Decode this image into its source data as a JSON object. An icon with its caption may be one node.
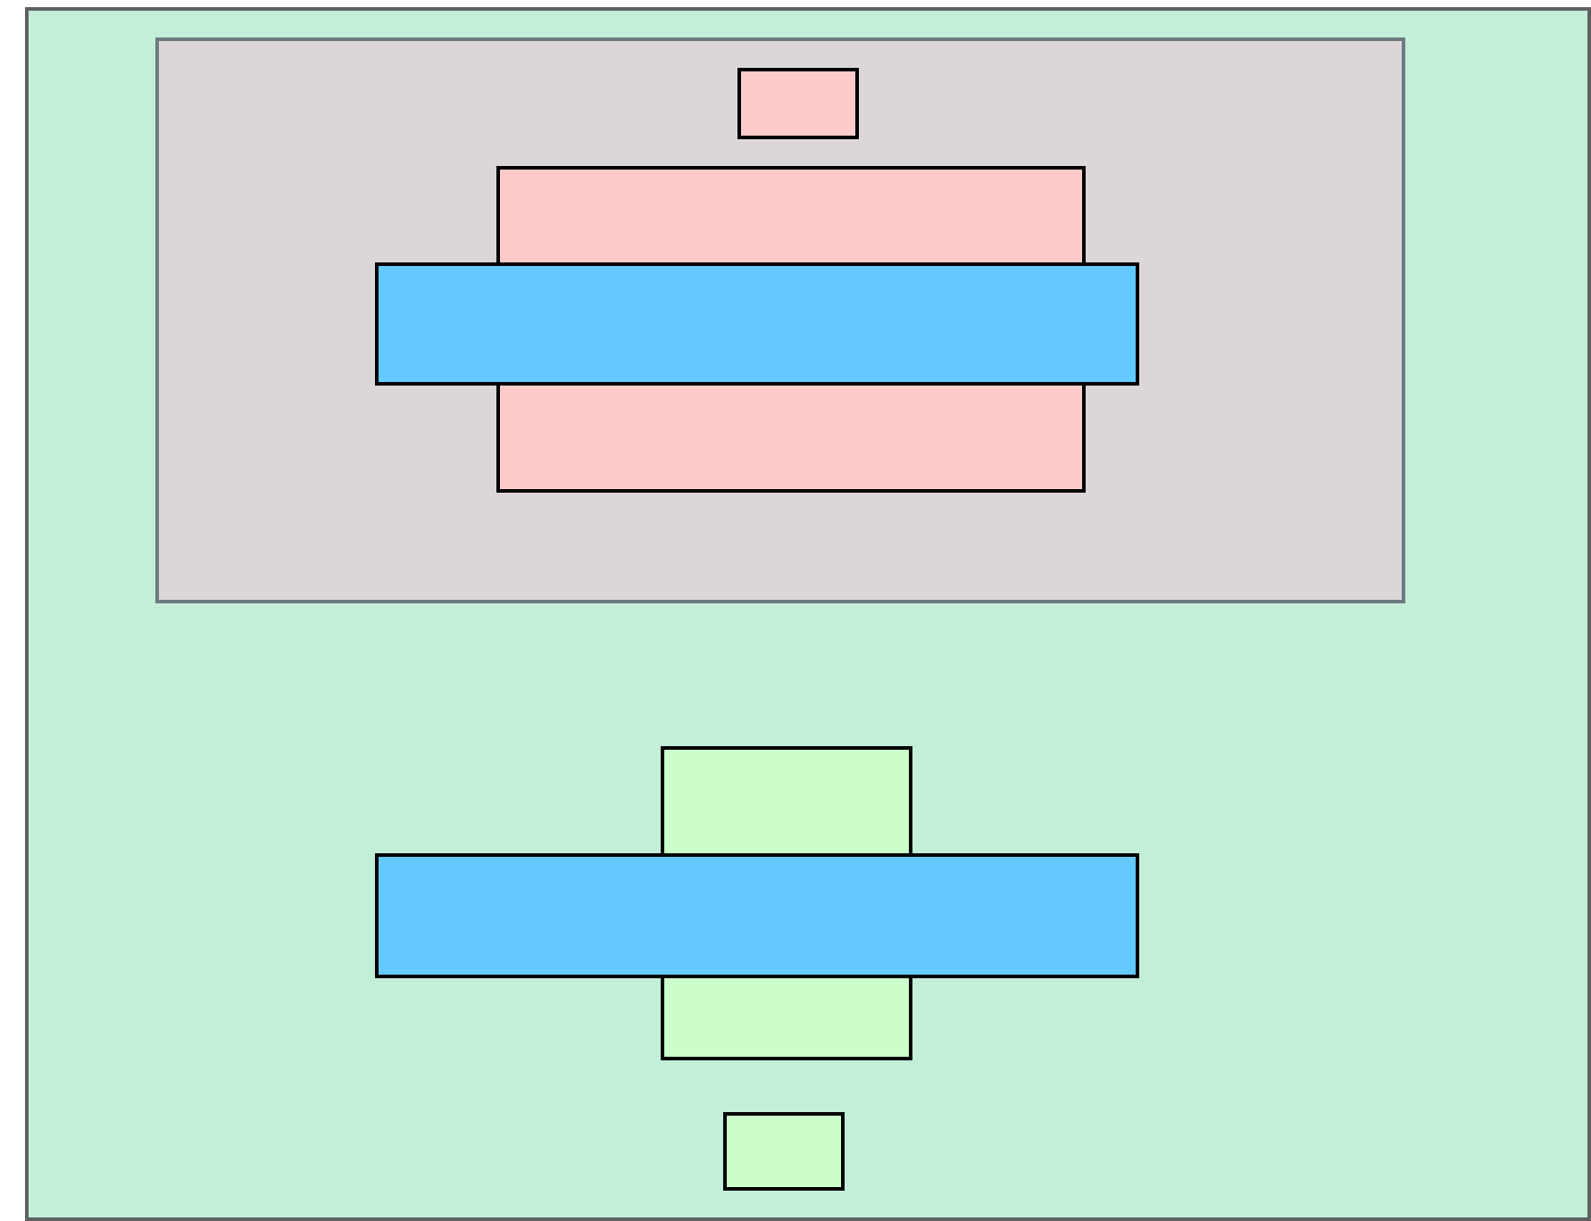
{
  "diagram": {
    "nodes": [
      {
        "text": [],
        "shape": "box"
      },
      {
        "text": [],
        "shape": "box",
        "in": 0
      },
      {
        "text": [],
        "shape": "box",
        "in": 1
      },
      {
        "text": [],
        "shape": "box",
        "in": 1
      },
      {
        "text": [],
        "shape": "box",
        "in": 1
      },
      {
        "text": [],
        "shape": "box",
        "in": 1
      },
      {
        "text": [],
        "shape": "box",
        "in": 0
      },
      {
        "text": [],
        "shape": "box",
        "in": 0
      },
      {
        "text": [],
        "shape": "box",
        "in": 0
      },
      {
        "text": [],
        "shape": "box",
        "in": 0
      }
    ]
  }
}
